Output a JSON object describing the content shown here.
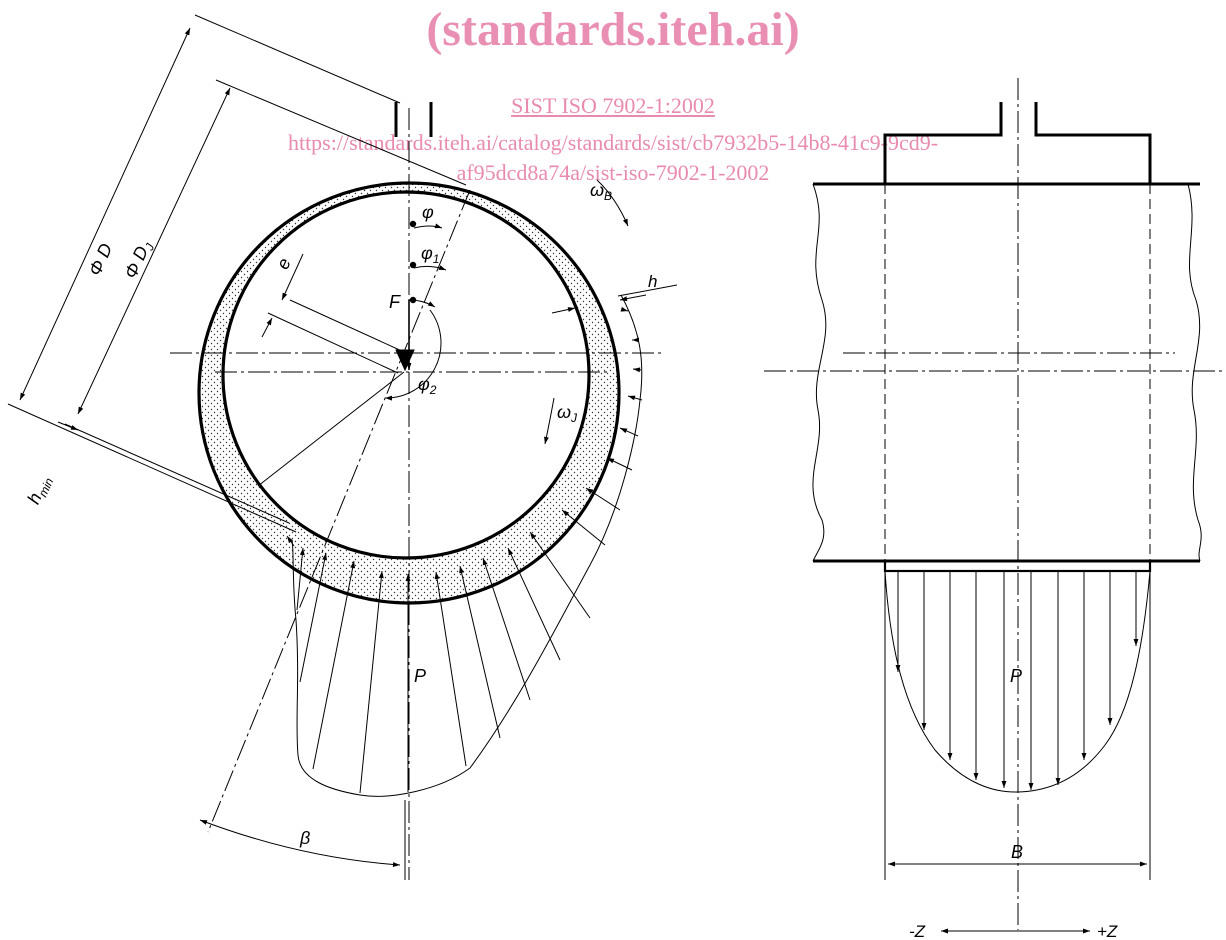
{
  "watermark": {
    "title": "(standards.iteh.ai)",
    "standard": "SIST ISO 7902-1:2002",
    "url_line1": "https://standards.iteh.ai/catalog/standards/sist/cb7932b5-14b8-41c9-9cd9-",
    "url_line2": "af95dcd8a74a/sist-iso-7902-1-2002",
    "color": "#e98ab0"
  },
  "labels": {
    "diameter_bearing": "Φ D",
    "diameter_journal": "Φ D",
    "diameter_journal_sub": "J",
    "h_min": "h",
    "h_min_sub": "min",
    "eccentricity": "e",
    "phi": "φ",
    "phi1": "φ",
    "phi1_sub": "1",
    "phi2": "φ",
    "phi2_sub": "2",
    "force": "F",
    "omega_b": "ω",
    "omega_b_sub": "B",
    "omega_j": "ω",
    "omega_j_sub": "J",
    "film_h": "h",
    "pressure_left": "P",
    "pressure_right": "P",
    "beta": "β",
    "width": "B",
    "axis_neg": "-Z",
    "axis_pos": "+Z"
  },
  "colors": {
    "line": "#000000",
    "watermark": "#e98ab0"
  }
}
